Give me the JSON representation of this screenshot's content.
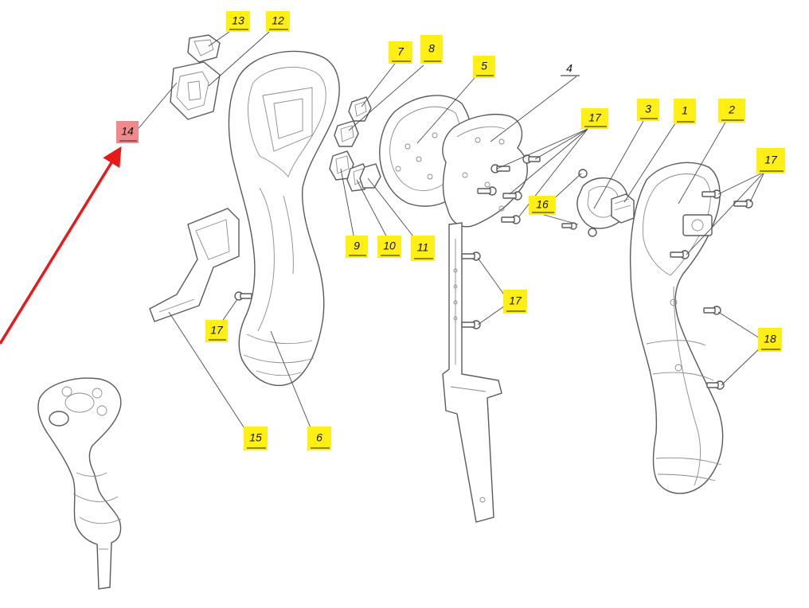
{
  "colors": {
    "label_highlight": "#ffef14",
    "label_target": "#f08a8a",
    "arrow": "#e8191b",
    "line": "#5a5a5a"
  },
  "callouts": [
    {
      "id": "13",
      "text": "13",
      "style": "highlight"
    },
    {
      "id": "12",
      "text": "12",
      "style": "highlight"
    },
    {
      "id": "14",
      "text": "14",
      "style": "target"
    },
    {
      "id": "7",
      "text": "7",
      "style": "highlight"
    },
    {
      "id": "8",
      "text": "8",
      "style": "highlight"
    },
    {
      "id": "5",
      "text": "5",
      "style": "highlight"
    },
    {
      "id": "4",
      "text": "4",
      "style": "plain"
    },
    {
      "id": "17a",
      "text": "17",
      "style": "highlight"
    },
    {
      "id": "3",
      "text": "3",
      "style": "highlight"
    },
    {
      "id": "1",
      "text": "1",
      "style": "highlight"
    },
    {
      "id": "2",
      "text": "2",
      "style": "highlight"
    },
    {
      "id": "17b",
      "text": "17",
      "style": "highlight"
    },
    {
      "id": "16",
      "text": "16",
      "style": "highlight"
    },
    {
      "id": "9",
      "text": "9",
      "style": "highlight"
    },
    {
      "id": "10",
      "text": "10",
      "style": "highlight"
    },
    {
      "id": "11",
      "text": "11",
      "style": "highlight"
    },
    {
      "id": "17c",
      "text": "17",
      "style": "highlight"
    },
    {
      "id": "17d",
      "text": "17",
      "style": "highlight"
    },
    {
      "id": "18",
      "text": "18",
      "style": "highlight"
    },
    {
      "id": "15",
      "text": "15",
      "style": "highlight"
    },
    {
      "id": "6",
      "text": "6",
      "style": "highlight"
    }
  ]
}
